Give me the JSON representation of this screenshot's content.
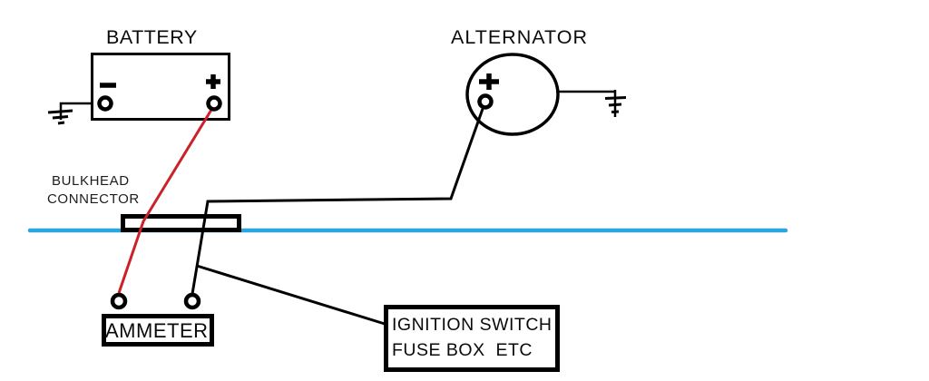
{
  "components": {
    "battery": {
      "label": "BATTERY",
      "negative_symbol": "−",
      "positive_symbol": "+"
    },
    "alternator": {
      "label": "ALTERNATOR",
      "positive_symbol": "+"
    },
    "bulkhead_connector": {
      "label_line1": "BULKHEAD",
      "label_line2": "CONNECTOR"
    },
    "ammeter": {
      "label": "AMMETER"
    },
    "ignition_switch": {
      "label_line1": "IGNITION SWITCH",
      "label_line2": "FUSE BOX  ETC"
    }
  },
  "colors": {
    "positive_wire": "#cb2128",
    "black_wire": "#000000",
    "firewall_line": "#2ba7e0",
    "outline": "#000000",
    "background": "#ffffff"
  }
}
